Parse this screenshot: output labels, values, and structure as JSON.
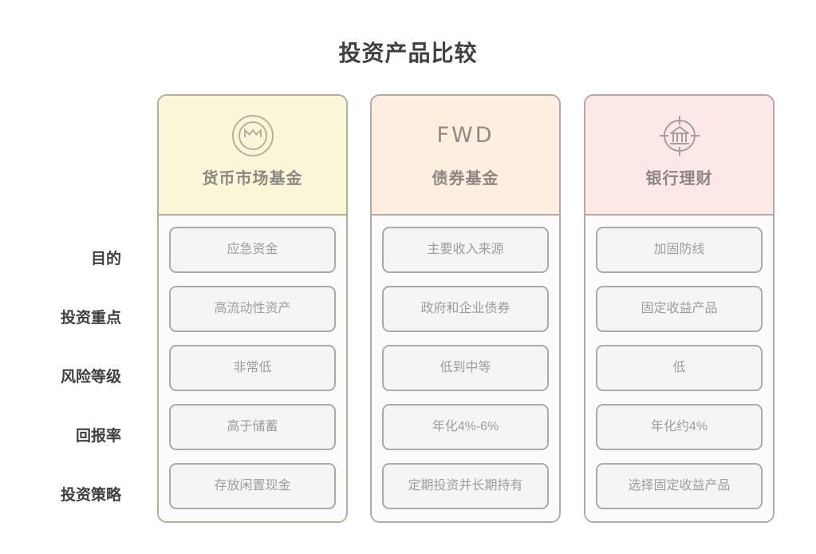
{
  "title": "投资产品比较",
  "row_labels": [
    "目的",
    "投资重点",
    "风险等级",
    "回报率",
    "投资策略"
  ],
  "colors": {
    "header_money_market": "#FCF6D8",
    "header_bond_fund": "#FDEEE0",
    "header_bank_wealth": "#FDE8E8",
    "cell_fill": "#F5F5F5",
    "cell_border": "#AAAAAA",
    "title_text": "#404040",
    "label_text": "#3F3F3F",
    "cell_text": "#9D9D9D",
    "card_title_text": "#8C8782"
  },
  "columns": [
    {
      "id": "money-market-fund",
      "title": "货币市场基金",
      "logo_type": "icon",
      "logo_icon": "coin-m-icon",
      "logo_text": "",
      "cells": [
        "应急资金",
        "高流动性资产",
        "非常低",
        "高于储蓄",
        "存放闲置现金"
      ]
    },
    {
      "id": "bond-fund",
      "title": "债券基金",
      "logo_type": "text",
      "logo_icon": "fwd-wordmark",
      "logo_text": "FWD",
      "cells": [
        "主要收入来源",
        "政府和企业债券",
        "低到中等",
        "年化4%-6%",
        "定期投资并长期持有"
      ]
    },
    {
      "id": "bank-wealth-management",
      "title": "银行理财",
      "logo_type": "icon",
      "logo_icon": "bank-target-icon",
      "logo_text": "",
      "cells": [
        "加固防线",
        "固定收益产品",
        "低",
        "年化约4%",
        "选择固定收益产品"
      ]
    }
  ]
}
